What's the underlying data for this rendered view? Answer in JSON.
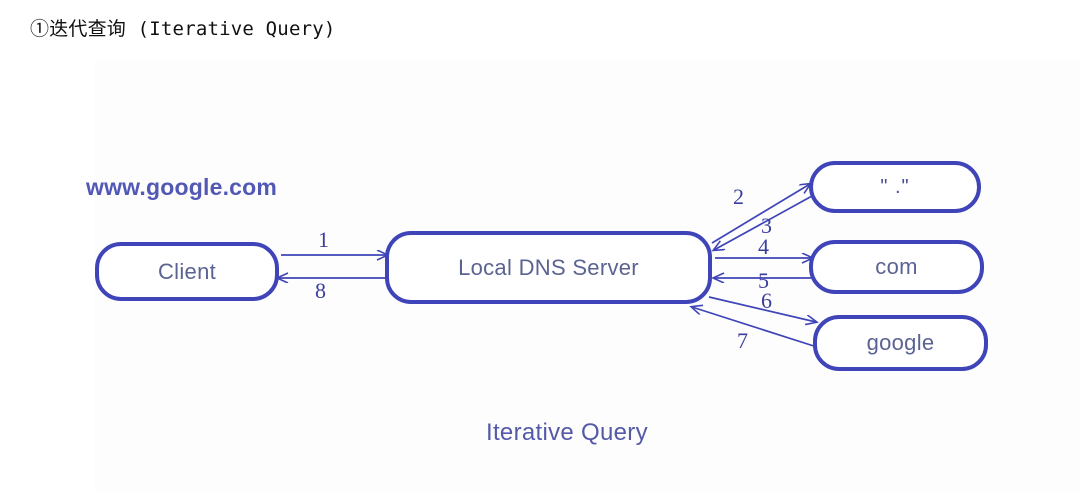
{
  "title": "①迭代查询 (Iterative Query)",
  "diagram": {
    "caption": "Iterative Query",
    "query_name": "www.google.com",
    "colors": {
      "node_border": "#3f44b8",
      "node_text": "#5b6392",
      "arrow": "#3f44b8",
      "label_text": "#5258b5",
      "step_number": "#3a3f9e",
      "background": "#ffffff",
      "panel": "#fdfdfd"
    },
    "nodes": [
      {
        "id": "client",
        "label": "Client"
      },
      {
        "id": "local-dns",
        "label": "Local DNS Server"
      },
      {
        "id": "root",
        "label": "\" .\""
      },
      {
        "id": "com",
        "label": "com"
      },
      {
        "id": "google",
        "label": "google"
      }
    ],
    "steps": [
      {
        "number": "1",
        "from": "client",
        "to": "local-dns"
      },
      {
        "number": "2",
        "from": "local-dns",
        "to": "root"
      },
      {
        "number": "3",
        "from": "root",
        "to": "local-dns"
      },
      {
        "number": "4",
        "from": "local-dns",
        "to": "com"
      },
      {
        "number": "5",
        "from": "com",
        "to": "local-dns"
      },
      {
        "number": "6",
        "from": "local-dns",
        "to": "google"
      },
      {
        "number": "7",
        "from": "google",
        "to": "local-dns"
      },
      {
        "number": "8",
        "from": "local-dns",
        "to": "client"
      }
    ]
  }
}
